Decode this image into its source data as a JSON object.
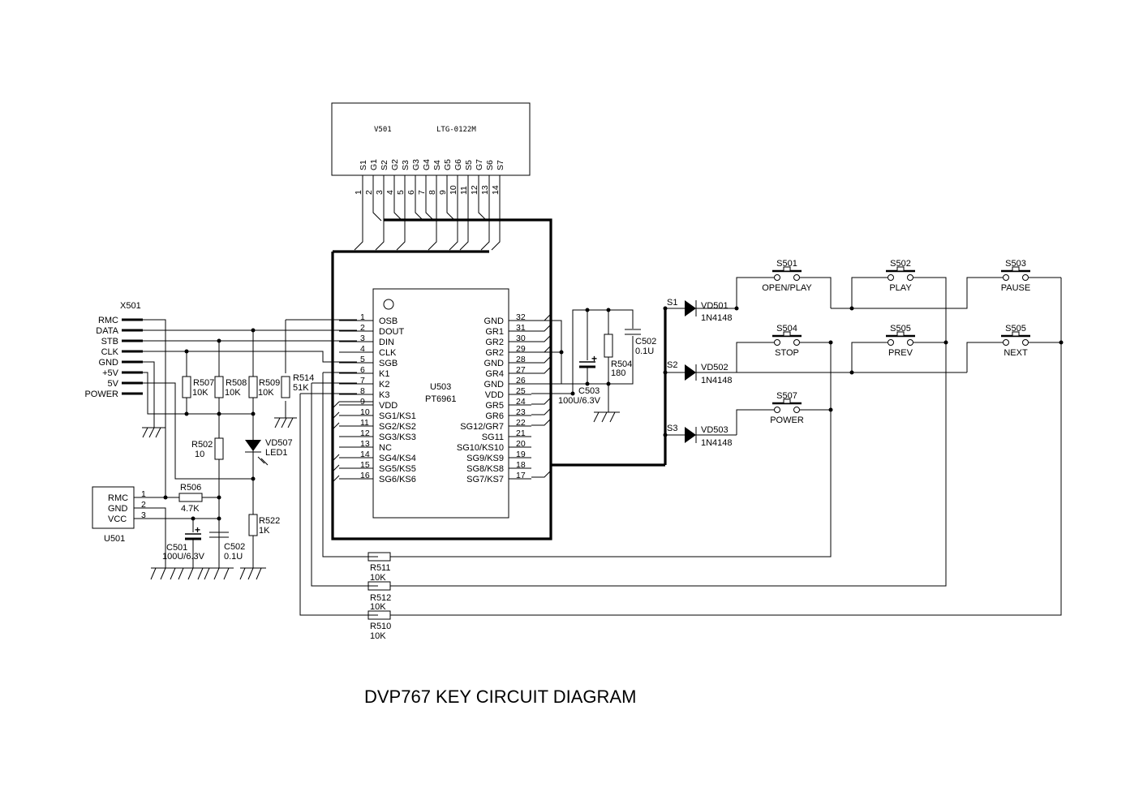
{
  "title": "DVP767 KEY CIRCUIT DIAGRAM",
  "display": {
    "ref": "V501",
    "part": "LTG-0122M",
    "pins": [
      "S1",
      "G1",
      "S2",
      "G2",
      "S3",
      "G3",
      "G4",
      "S4",
      "G5",
      "G6",
      "S5",
      "G7",
      "S6",
      "S7"
    ],
    "pin_numbers": [
      "1",
      "2",
      "3",
      "4",
      "5",
      "6",
      "7",
      "8",
      "9",
      "10",
      "11",
      "12",
      "13",
      "14"
    ]
  },
  "connector": {
    "ref": "X501",
    "pins": [
      "RMC",
      "DATA",
      "STB",
      "CLK",
      "GND",
      "+5V",
      "5V",
      "POWER"
    ]
  },
  "ic": {
    "ref": "U503",
    "part": "PT6961",
    "left_pins": [
      {
        "num": "1",
        "name": "OSB"
      },
      {
        "num": "2",
        "name": "DOUT"
      },
      {
        "num": "3",
        "name": "DIN"
      },
      {
        "num": "4",
        "name": "CLK"
      },
      {
        "num": "5",
        "name": "SGB"
      },
      {
        "num": "6",
        "name": "K1"
      },
      {
        "num": "7",
        "name": "K2"
      },
      {
        "num": "8",
        "name": "K3"
      },
      {
        "num": "9",
        "name": "VDD"
      },
      {
        "num": "10",
        "name": "SG1/KS1"
      },
      {
        "num": "11",
        "name": "SG2/KS2"
      },
      {
        "num": "12",
        "name": "SG3/KS3"
      },
      {
        "num": "13",
        "name": "NC"
      },
      {
        "num": "14",
        "name": "SG4/KS4"
      },
      {
        "num": "15",
        "name": "SG5/KS5"
      },
      {
        "num": "16",
        "name": "SG6/KS6"
      }
    ],
    "right_pins": [
      {
        "num": "32",
        "name": "GND"
      },
      {
        "num": "31",
        "name": "GR1"
      },
      {
        "num": "30",
        "name": "GR2"
      },
      {
        "num": "29",
        "name": "GR2"
      },
      {
        "num": "28",
        "name": "GND"
      },
      {
        "num": "27",
        "name": "GR4"
      },
      {
        "num": "26",
        "name": "GND"
      },
      {
        "num": "25",
        "name": "VDD"
      },
      {
        "num": "24",
        "name": "GR5"
      },
      {
        "num": "23",
        "name": "GR6"
      },
      {
        "num": "22",
        "name": "SG12/GR7"
      },
      {
        "num": "21",
        "name": "SG11"
      },
      {
        "num": "20",
        "name": "SG10/KS10"
      },
      {
        "num": "19",
        "name": "SG9/KS9"
      },
      {
        "num": "18",
        "name": "SG8/KS8"
      },
      {
        "num": "17",
        "name": "SG7/KS7"
      }
    ]
  },
  "resistors": {
    "r507": {
      "ref": "R507",
      "val": "10K"
    },
    "r508": {
      "ref": "R508",
      "val": "10K"
    },
    "r509": {
      "ref": "R509",
      "val": "10K"
    },
    "r514": {
      "ref": "R514",
      "val": "51K"
    },
    "r502": {
      "ref": "R502",
      "val": "10"
    },
    "r506": {
      "ref": "R506",
      "val": "4.7K"
    },
    "r522": {
      "ref": "R522",
      "val": "1K"
    },
    "r504": {
      "ref": "R504",
      "val": "180"
    },
    "r511": {
      "ref": "R511",
      "val": "10K"
    },
    "r512": {
      "ref": "R512",
      "val": "10K"
    },
    "r510": {
      "ref": "R510",
      "val": "10K"
    }
  },
  "capacitors": {
    "c501": {
      "ref": "C501",
      "val": "100U/6.3V"
    },
    "c502a": {
      "ref": "C502",
      "val": "0.1U"
    },
    "c502b": {
      "ref": "C502",
      "val": "0.1U"
    },
    "c503": {
      "ref": "C503",
      "val": "100U/6.3V"
    }
  },
  "led": {
    "ref": "VD507",
    "val": "LED1"
  },
  "receiver": {
    "ref": "U501",
    "pins": [
      "RMC",
      "GND",
      "VCC"
    ],
    "pin_numbers": [
      "1",
      "2",
      "3"
    ]
  },
  "diodes": [
    {
      "ref": "VD501",
      "val": "1N4148",
      "net": "S1"
    },
    {
      "ref": "VD502",
      "val": "1N4148",
      "net": "S2"
    },
    {
      "ref": "VD503",
      "val": "1N4148",
      "net": "S3"
    }
  ],
  "switches": [
    {
      "ref": "S501",
      "label": "OPEN/PLAY"
    },
    {
      "ref": "S502",
      "label": "PLAY"
    },
    {
      "ref": "S503",
      "label": "PAUSE"
    },
    {
      "ref": "S504",
      "label": "STOP"
    },
    {
      "ref": "S505",
      "label": "PREV"
    },
    {
      "ref": "S505",
      "label": "NEXT"
    },
    {
      "ref": "S507",
      "label": "POWER"
    }
  ]
}
